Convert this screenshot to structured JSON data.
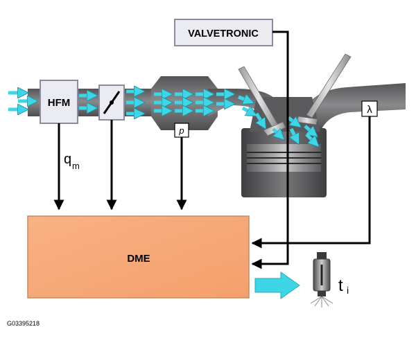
{
  "labels": {
    "valvetronic": "VALVETRONIC",
    "hfm": "HFM",
    "pressure": "p",
    "lambda": "λ",
    "mass_flow_symbol": "q",
    "mass_flow_subscript": "m",
    "dme": "DME",
    "injection_time_symbol": "t",
    "injection_time_subscript": "i",
    "figure_id": "G03395218"
  },
  "colors": {
    "pipe": "#6e6e70",
    "pipe_dark": "#4a4a4c",
    "flow_arrow": "#3ed6e6",
    "dme_fill": "#f7a777",
    "dme_border": "#c88a60",
    "box_fill": "#ebebf2",
    "box_border": "#8a8aa0",
    "signal_line": "#000000"
  },
  "icons": [
    "throttle-valve-icon",
    "fuel-injector-icon",
    "piston-icon",
    "intake-valve-icon",
    "exhaust-valve-icon"
  ]
}
